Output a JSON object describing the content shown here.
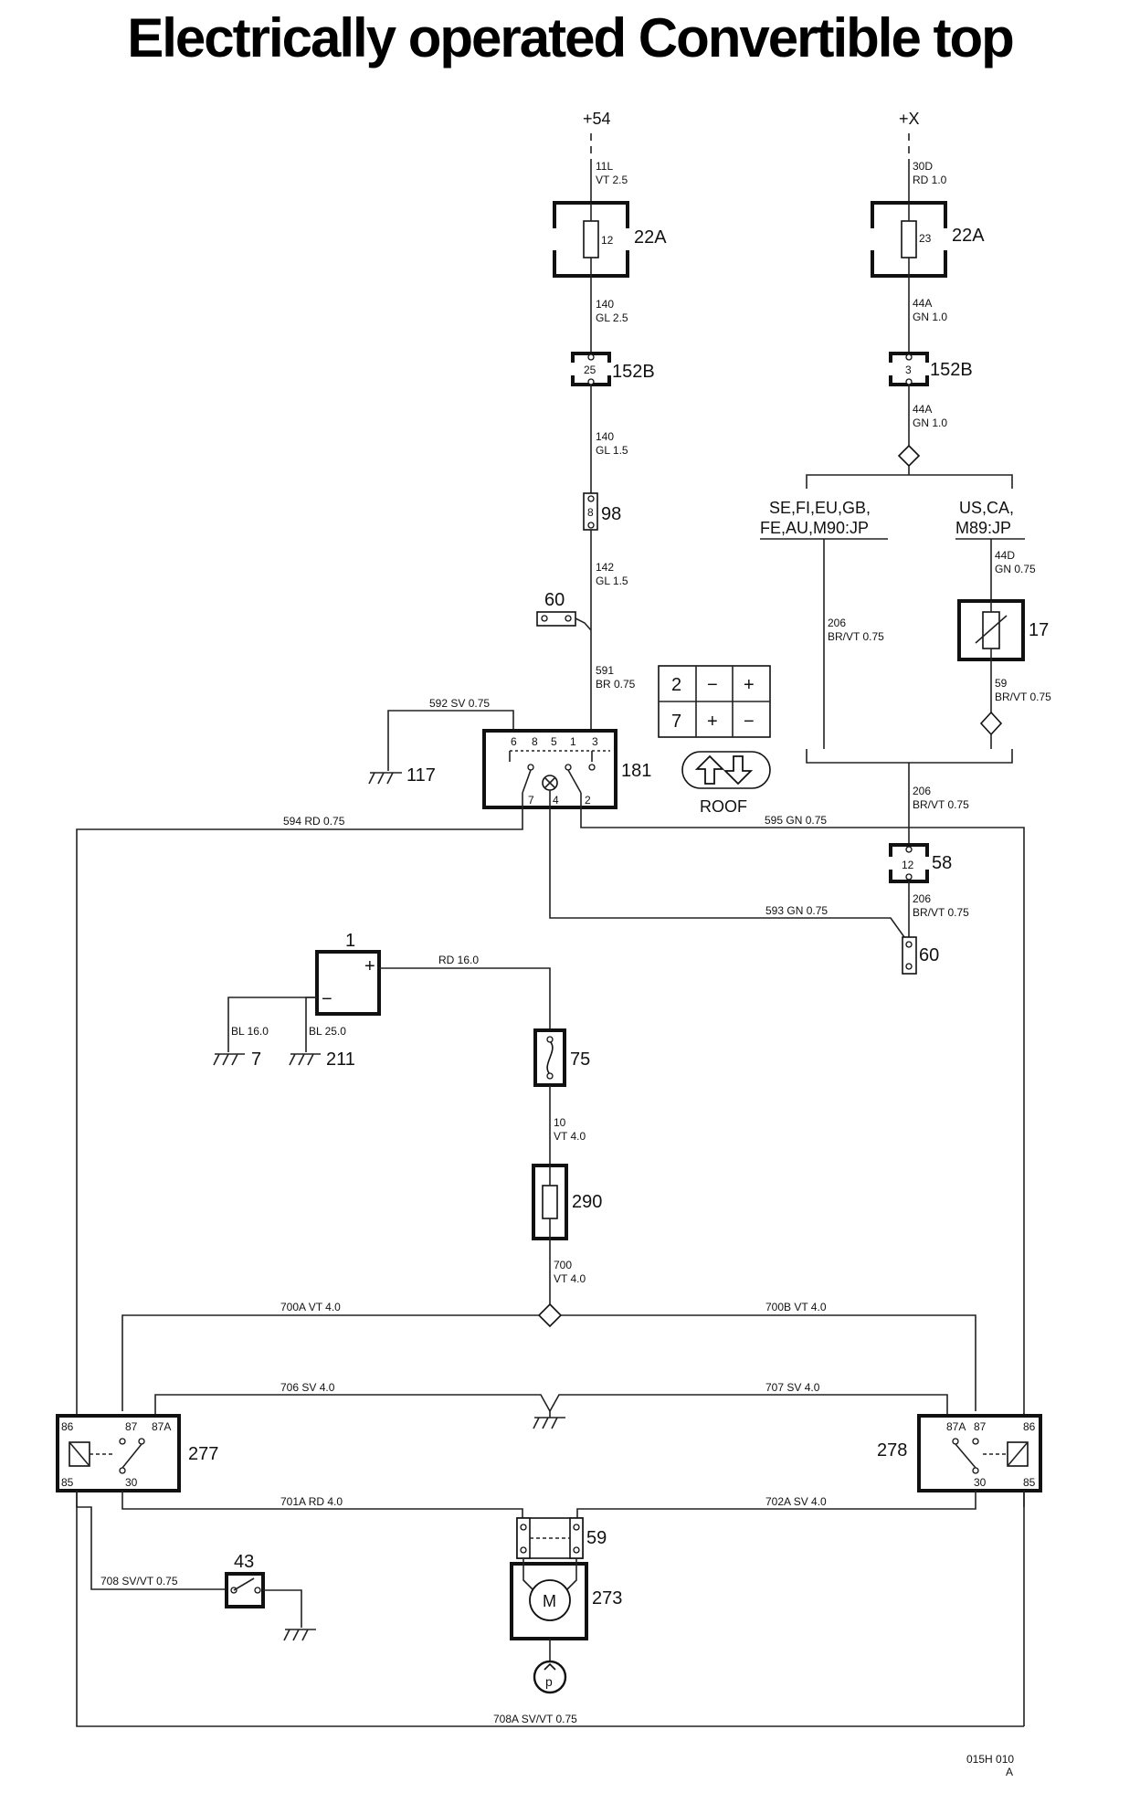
{
  "title": "Electrically operated Convertible top",
  "supplies": {
    "left": "+54",
    "right": "+X"
  },
  "wires": {
    "w11L": [
      "11L",
      "VT 2.5"
    ],
    "w30D": [
      "30D",
      "RD 1.0"
    ],
    "w140a": [
      "140",
      "GL 2.5"
    ],
    "w44Aa": [
      "44A",
      "GN 1.0"
    ],
    "w140b": [
      "140",
      "GL 1.5"
    ],
    "w44Ab": [
      "44A",
      "GN 1.0"
    ],
    "w142": [
      "142",
      "GL 1.5"
    ],
    "w206a": [
      "206",
      "BR/VT 0.75"
    ],
    "w44D": [
      "44D",
      "GN 0.75"
    ],
    "w591": [
      "591",
      "BR 0.75"
    ],
    "w59": [
      "59",
      "BR/VT 0.75"
    ],
    "w592": "592 SV 0.75",
    "w594": "594 RD 0.75",
    "w595": "595 GN 0.75",
    "w206b": [
      "206",
      "BR/VT 0.75"
    ],
    "w206c": [
      "206",
      "BR/VT 0.75"
    ],
    "w593": "593 GN 0.75",
    "wRD16": "RD 16.0",
    "wBL16": "BL 16.0",
    "wBL25": "BL 25.0",
    "w10": [
      "10",
      "VT 4.0"
    ],
    "w700": [
      "700",
      "VT 4.0"
    ],
    "w700A": "700A VT 4.0",
    "w700B": "700B VT 4.0",
    "w706": "706 SV 4.0",
    "w707": "707 SV 4.0",
    "w701A": "701A RD 4.0",
    "w702A": "702A SV 4.0",
    "w708": "708 SV/VT 0.75",
    "w708A": "708A SV/VT 0.75"
  },
  "variants": {
    "left": [
      "SE,FI,EU,GB,",
      "FE,AU,M90:JP"
    ],
    "right": [
      "US,CA,",
      "M89:JP"
    ]
  },
  "components": {
    "fuse_a": {
      "id": "22A",
      "pin": "12"
    },
    "fuse_b": {
      "id": "22A",
      "pin": "23"
    },
    "conn_a": {
      "id": "152B",
      "pin": "25"
    },
    "conn_b": {
      "id": "152B",
      "pin": "3"
    },
    "c98": {
      "id": "98",
      "pin": "8"
    },
    "c60a": {
      "id": "60"
    },
    "c17": {
      "id": "17"
    },
    "c181": {
      "id": "181",
      "pins_top": [
        "6",
        "8",
        "5",
        "1",
        "3"
      ],
      "pins_bottom": [
        "7",
        "4",
        "2"
      ]
    },
    "c117": {
      "id": "117"
    },
    "c58": {
      "id": "58",
      "pin": "12"
    },
    "c60b": {
      "id": "60"
    },
    "battery": {
      "id": "1",
      "plus": "+",
      "minus": "−"
    },
    "g7": {
      "id": "7"
    },
    "g211": {
      "id": "211"
    },
    "c75": {
      "id": "75"
    },
    "c290": {
      "id": "290"
    },
    "r277": {
      "id": "277",
      "pins": [
        "86",
        "87",
        "87A",
        "85",
        "30"
      ]
    },
    "r278": {
      "id": "278",
      "pins": [
        "87A",
        "87",
        "86",
        "30",
        "85"
      ]
    },
    "c59": {
      "id": "59"
    },
    "motor": {
      "id": "273",
      "symbol": "M"
    },
    "pump": {
      "symbol": "p"
    },
    "s43": {
      "id": "43"
    }
  },
  "switch_table": {
    "rows": [
      [
        "2",
        "−",
        "+"
      ],
      [
        "7",
        "+",
        "−"
      ]
    ]
  },
  "roof_label": "ROOF",
  "figure_code": [
    "015H 010",
    "A"
  ]
}
